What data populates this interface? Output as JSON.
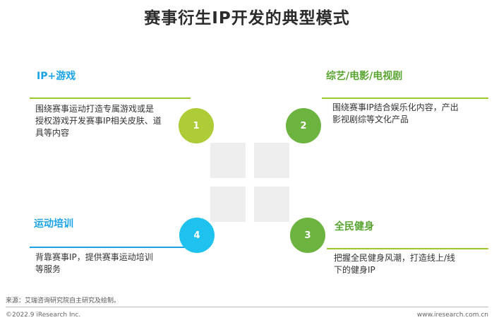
{
  "title": "赛事衍生IP开发的典型模式",
  "colors": {
    "heading_blue": "#1aa3e6",
    "heading_green": "#5aa532",
    "lime": "#aecb38",
    "green": "#6cb33f",
    "cyan": "#1fc1ef",
    "rule_lime": "#9dc82e",
    "rule_blue": "#1aa3e6",
    "tile": "#eeeeee"
  },
  "items": [
    {
      "number": "1",
      "heading": "IP+游戏",
      "description_lines": [
        "围绕赛事运动打造专属游戏或是",
        "授权游戏开发赛事IP相关皮肤、道",
        "具等内容"
      ]
    },
    {
      "number": "2",
      "heading": "综艺/电影/电视剧",
      "description_lines": [
        "围绕赛事IP结合娱乐化内容，产出",
        "影视剧综等文化产品"
      ]
    },
    {
      "number": "3",
      "heading": "全民健身",
      "description_lines": [
        "把握全民健身风潮，打造线上/线",
        "下的健身IP"
      ]
    },
    {
      "number": "4",
      "heading": "运动培训",
      "description_lines": [
        "背靠赛事IP，提供赛事运动培训",
        "等服务"
      ]
    }
  ],
  "footer": {
    "source": "来源：艾瑞咨询研究院自主研究及绘制。",
    "copyright": "©2022.9 iResearch Inc.",
    "website": "www.iresearch.com.cn"
  }
}
